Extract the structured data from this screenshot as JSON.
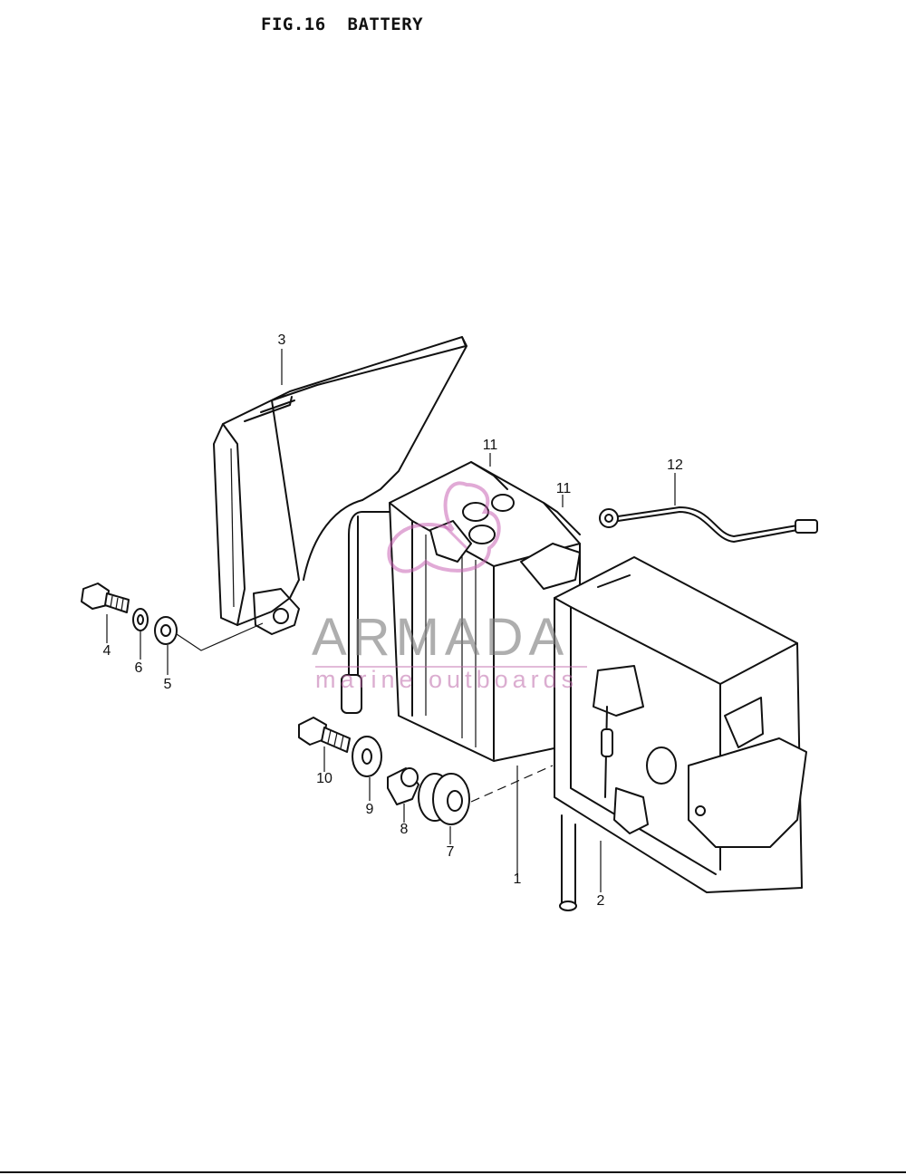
{
  "figure": {
    "title": "FIG.16  BATTERY"
  },
  "callouts": [
    {
      "id": "1",
      "label": "1"
    },
    {
      "id": "2",
      "label": "2"
    },
    {
      "id": "3",
      "label": "3"
    },
    {
      "id": "4",
      "label": "4"
    },
    {
      "id": "5",
      "label": "5"
    },
    {
      "id": "6",
      "label": "6"
    },
    {
      "id": "7",
      "label": "7"
    },
    {
      "id": "8",
      "label": "8"
    },
    {
      "id": "9",
      "label": "9"
    },
    {
      "id": "10",
      "label": "10"
    },
    {
      "id": "11a",
      "label": "11"
    },
    {
      "id": "11b",
      "label": "11"
    },
    {
      "id": "12",
      "label": "12"
    }
  ],
  "watermark": {
    "name": "ARMADA",
    "tagline": "marine outboards",
    "colors": {
      "name": "#8a8a8a",
      "tagline": "#be69aa"
    }
  }
}
